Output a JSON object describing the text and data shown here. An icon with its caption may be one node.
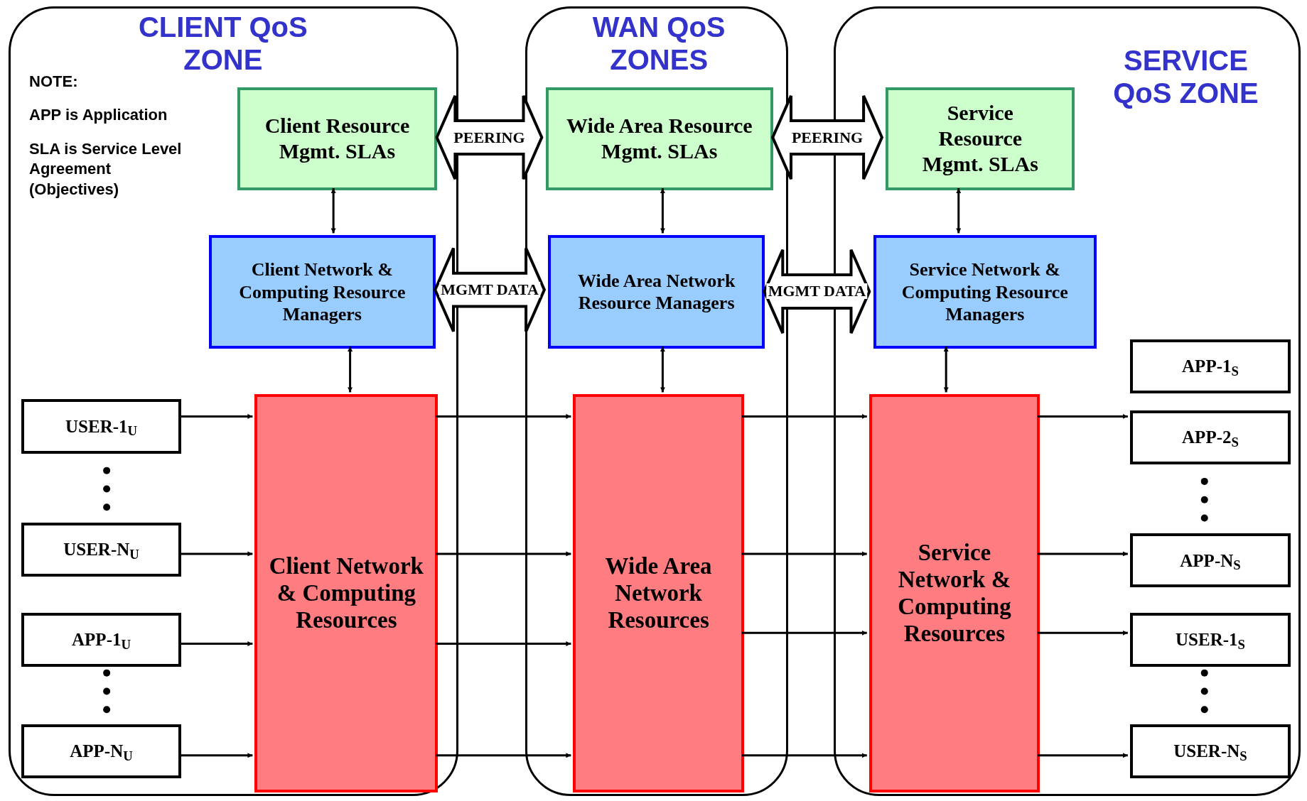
{
  "diagram": {
    "nodes": [
      {
        "text": [
          "CLIENT QoS ZONE"
        ]
      },
      {
        "text": [
          "WAN QoS ZONES"
        ]
      },
      {
        "text": [
          "SERVICE QoS ZONE"
        ]
      },
      {
        "text": [
          "Client Resource Mgmt. SLAs"
        ],
        "in": 0
      },
      {
        "text": [
          "Wide Area Resource Mgmt. SLAs"
        ],
        "in": 1
      },
      {
        "text": [
          "Service Resource Mgmt. SLAs"
        ],
        "in": 2
      },
      {
        "text": [
          "Client Network & Computing Resource Managers"
        ],
        "in": 0
      },
      {
        "text": [
          "Wide Area Network Resource Managers"
        ],
        "in": 1
      },
      {
        "text": [
          "Service Network & Computing Resource Managers"
        ],
        "in": 2
      },
      {
        "text": [
          "Client Network & Computing Resources"
        ],
        "in": 0
      },
      {
        "text": [
          "Wide Area Network Resources"
        ],
        "in": 1
      },
      {
        "text": [
          "Service Network & Computing Resources"
        ],
        "in": 2
      },
      {
        "text": [
          "USER-1$_{U}$"
        ],
        "in": 0
      },
      {
        "text": [
          "USER-N$_{U}$"
        ],
        "in": 0
      },
      {
        "text": [
          "APP-1$_{U}$"
        ],
        "in": 0
      },
      {
        "text": [
          "APP-N$_{U}$"
        ],
        "in": 0
      },
      {
        "text": [
          "APP-1$_{S}$"
        ],
        "in": 2
      },
      {
        "text": [
          "APP-2$_{S}$"
        ],
        "in": 2
      },
      {
        "text": [
          "APP-N$_{S}$"
        ],
        "in": 2
      },
      {
        "text": [
          "USER-1$_{S}$"
        ],
        "in": 2
      },
      {
        "text": [
          "USER-N$_{S}$"
        ],
        "in": 2
      }
    ],
    "edges": [
      {
        "from": 3,
        "to": 4,
        "arrow": "both",
        "label": "PEERING",
        "style": "thick"
      },
      {
        "from": 4,
        "to": 5,
        "arrow": "both",
        "label": "PEERING",
        "style": "thick"
      },
      {
        "from": 6,
        "to": 7,
        "arrow": "both",
        "label": "MGMT DATA",
        "style": "thick"
      },
      {
        "from": 7,
        "to": 8,
        "arrow": "both",
        "label": "MGMT DATA",
        "style": "thick"
      },
      {
        "from": 3,
        "to": 6,
        "arrow": "both"
      },
      {
        "from": 4,
        "to": 7,
        "arrow": "both"
      },
      {
        "from": 5,
        "to": 8,
        "arrow": "both"
      },
      {
        "from": 6,
        "to": 9,
        "arrow": "both"
      },
      {
        "from": 7,
        "to": 10,
        "arrow": "both"
      },
      {
        "from": 8,
        "to": 11,
        "arrow": "both"
      },
      {
        "from": 12,
        "to": 9,
        "arrow": "to"
      },
      {
        "from": 13,
        "to": 9,
        "arrow": "to"
      },
      {
        "from": 14,
        "to": 9,
        "arrow": "to"
      },
      {
        "from": 15,
        "to": 9,
        "arrow": "to"
      },
      {
        "from": 9,
        "to": 10,
        "arrow": "to"
      },
      {
        "from": 9,
        "to": 10,
        "arrow": "to"
      },
      {
        "from": 9,
        "to": 10,
        "arrow": "to"
      },
      {
        "from": 9,
        "to": 10,
        "arrow": "to"
      },
      {
        "from": 10,
        "to": 11,
        "arrow": "to"
      },
      {
        "from": 10,
        "to": 11,
        "arrow": "to"
      },
      {
        "from": 10,
        "to": 11,
        "arrow": "to"
      },
      {
        "from": 10,
        "to": 11,
        "arrow": "to"
      },
      {
        "from": 11,
        "to": 17,
        "arrow": "to"
      },
      {
        "from": 11,
        "to": 18,
        "arrow": "to"
      },
      {
        "from": 11,
        "to": 19,
        "arrow": "to"
      },
      {
        "from": 11,
        "to": 20,
        "arrow": "to"
      }
    ],
    "labels": [
      "NOTE:",
      "APP is Application",
      "SLA is Service Level Agreement (Objectives)"
    ]
  }
}
